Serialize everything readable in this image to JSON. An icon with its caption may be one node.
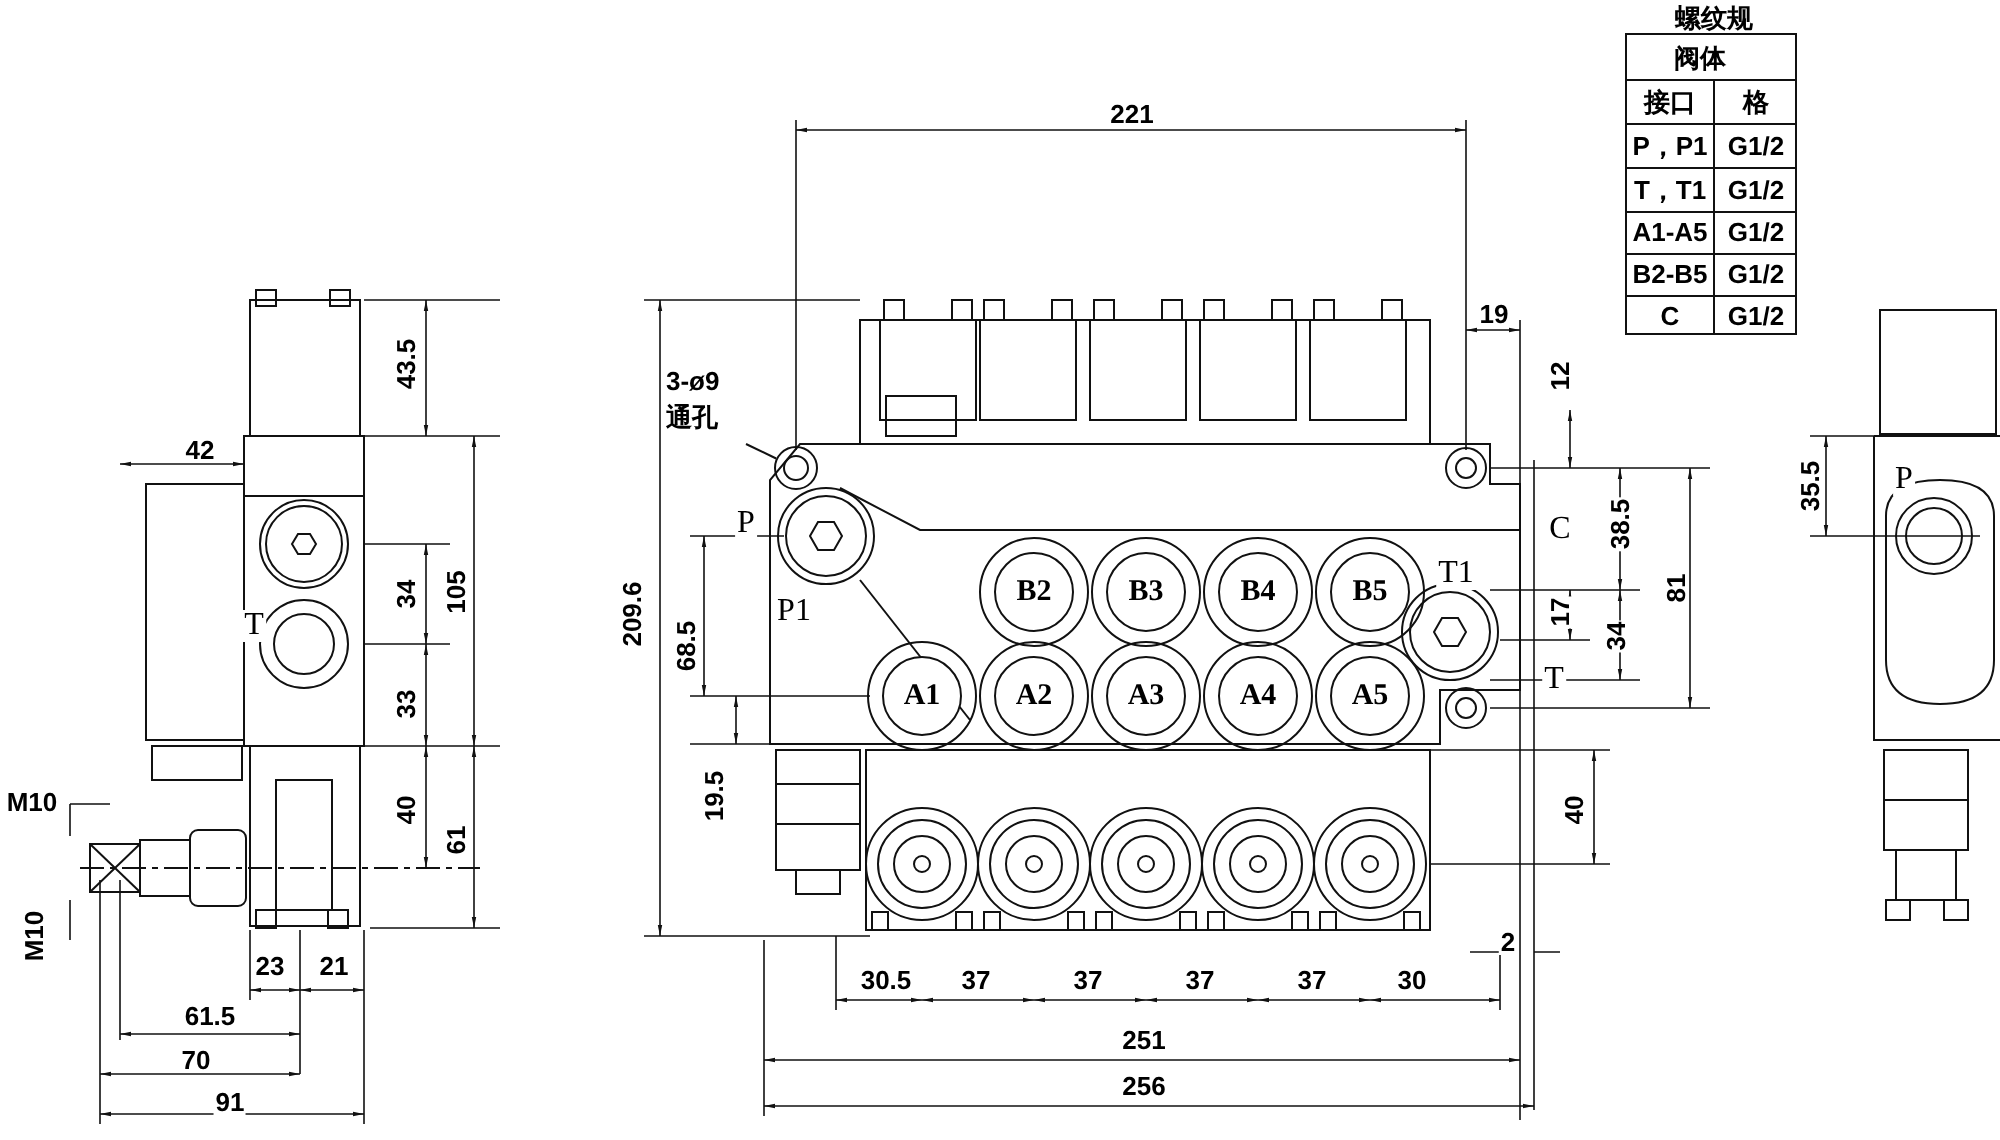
{
  "diagram": {
    "nodes": [
      {
        "text": [
          "3-ø9 通孔"
        ]
      },
      {
        "text": [],
        "shape": "circle"
      },
      {
        "text": [
          "B2"
        ]
      },
      {
        "text": [
          "B3"
        ]
      },
      {
        "text": [
          "B4"
        ]
      },
      {
        "text": [
          "B5"
        ]
      },
      {
        "text": [
          "A1"
        ]
      },
      {
        "text": [
          "A2"
        ]
      },
      {
        "text": [
          "A3"
        ]
      },
      {
        "text": [
          "A4"
        ]
      },
      {
        "text": [
          "A5"
        ]
      }
    ],
    "edges": [
      {
        "from": 0,
        "to": 1,
        "arrow": "none"
      }
    ],
    "labels": [
      "螺纹规",
      "阀体",
      "接口",
      "格",
      "P，P1",
      "G1/2",
      "T，T1",
      "G1/2",
      "A1-A5",
      "G1/2",
      "B2-B5",
      "G1/2",
      "C",
      "G1/2",
      "43.5",
      "42",
      "34",
      "105",
      "T",
      "33",
      "40",
      "61",
      "M10",
      "M10",
      "23",
      "21",
      "61.5",
      "70",
      "91",
      "221",
      "19",
      "12",
      "209.6",
      "38.5",
      "C",
      "81",
      "P",
      "P1",
      "T1",
      "17",
      "34",
      "68.5",
      "T",
      "19.5",
      "40",
      "2",
      "30.5",
      "37",
      "37",
      "37",
      "37",
      "30",
      "251",
      "256",
      "35.5",
      "P"
    ]
  }
}
